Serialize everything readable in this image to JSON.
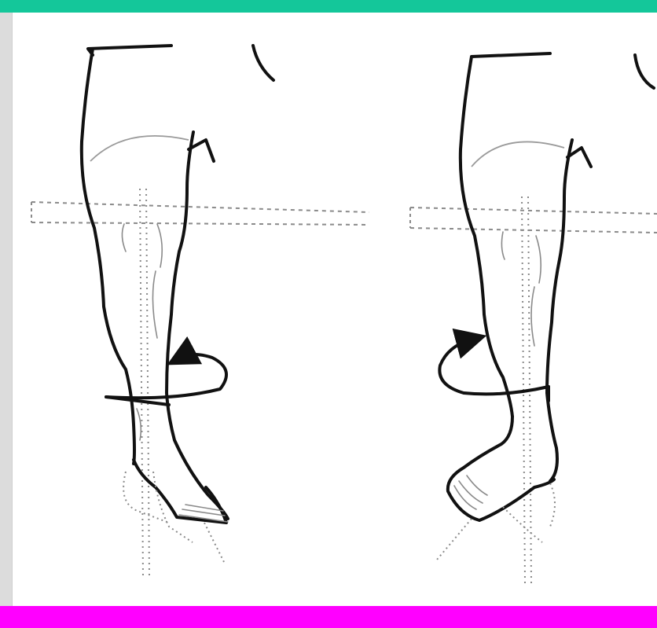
{
  "header_bar": {
    "color": "#14c79a"
  },
  "footer_bar": {
    "color": "#ff00ff"
  },
  "side_strip": {
    "color": "#dcdcdc"
  },
  "illustration": {
    "panels": [
      {
        "name": "left-leg",
        "rotation_arrow": "counterclockwise",
        "foot_direction": "outward"
      },
      {
        "name": "right-leg",
        "rotation_arrow": "clockwise",
        "foot_direction": "inward"
      }
    ],
    "line_color": "#111111",
    "guide_color": "#8a8a8a",
    "knee_arc_color": "#9a9a9a"
  }
}
